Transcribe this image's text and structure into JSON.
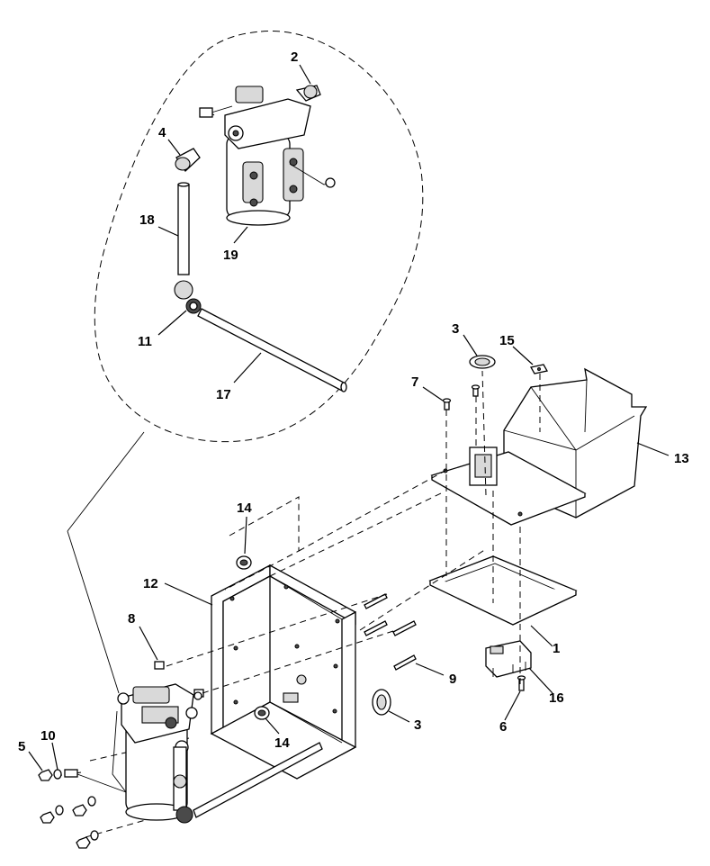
{
  "diagram": {
    "callouts": [
      {
        "id": "c2",
        "text": "2"
      },
      {
        "id": "c4",
        "text": "4"
      },
      {
        "id": "c18",
        "text": "18"
      },
      {
        "id": "c19",
        "text": "19"
      },
      {
        "id": "c11",
        "text": "11"
      },
      {
        "id": "c17",
        "text": "17"
      },
      {
        "id": "c3a",
        "text": "3"
      },
      {
        "id": "c15",
        "text": "15"
      },
      {
        "id": "c7",
        "text": "7"
      },
      {
        "id": "c13",
        "text": "13"
      },
      {
        "id": "c14a",
        "text": "14"
      },
      {
        "id": "c12",
        "text": "12"
      },
      {
        "id": "c8",
        "text": "8"
      },
      {
        "id": "c1",
        "text": "1"
      },
      {
        "id": "c9",
        "text": "9"
      },
      {
        "id": "c16",
        "text": "16"
      },
      {
        "id": "c6",
        "text": "6"
      },
      {
        "id": "c3b",
        "text": "3"
      },
      {
        "id": "c14b",
        "text": "14"
      },
      {
        "id": "c10",
        "text": "10"
      },
      {
        "id": "c5",
        "text": "5"
      }
    ]
  }
}
